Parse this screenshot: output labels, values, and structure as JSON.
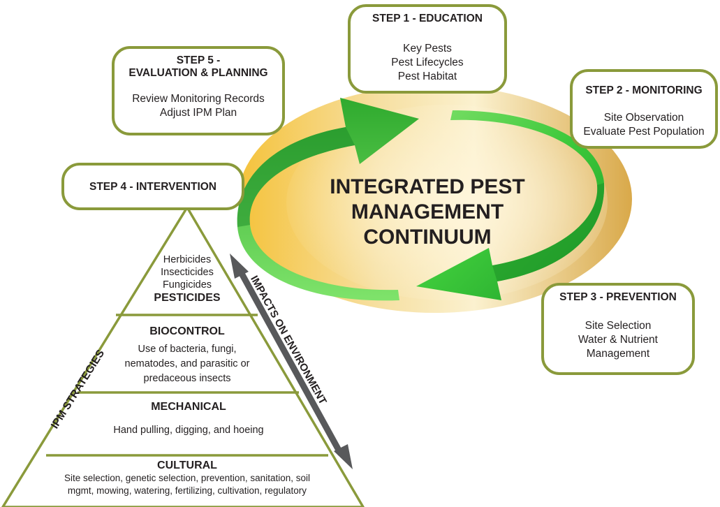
{
  "center": {
    "line1": "INTEGRATED PEST",
    "line2": "MANAGEMENT",
    "line3": "CONTINUUM"
  },
  "steps": {
    "step1": {
      "title": "STEP 1 - EDUCATION",
      "lines": [
        "Key Pests",
        "Pest Lifecycles",
        "Pest Habitat"
      ]
    },
    "step2": {
      "title": "STEP 2 - MONITORING",
      "lines": [
        "Site Observation",
        "Evaluate Pest Population"
      ]
    },
    "step3": {
      "title": "STEP 3 - PREVENTION",
      "lines": [
        "Site Selection",
        "Water & Nutrient",
        "Management"
      ]
    },
    "step4": {
      "title": "STEP 4 - INTERVENTION"
    },
    "step5": {
      "title_line1": "STEP 5 -",
      "title_line2": "EVALUATION & PLANNING",
      "lines": [
        "Review Monitoring Records",
        "Adjust IPM Plan"
      ]
    }
  },
  "pyramid": {
    "pesticides": {
      "items": [
        "Herbicides",
        "Insecticides",
        "Fungicides"
      ],
      "heading": "PESTICIDES"
    },
    "biocontrol": {
      "heading": "BIOCONTROL",
      "lines": [
        "Use of bacteria, fungi,",
        "nematodes, and parasitic or",
        "predaceous insects"
      ]
    },
    "mechanical": {
      "heading": "MECHANICAL",
      "lines": [
        "Hand pulling, digging, and hoeing"
      ]
    },
    "cultural": {
      "heading": "CULTURAL",
      "lines": [
        "Site selection, genetic selection, prevention, sanitation, soil",
        "mgmt, mowing, watering, fertilizing, cultivation, regulatory"
      ]
    },
    "side_label": "IPM STRATEGIES",
    "arrow_label": "IMPACTS ON ENVIRONMENT"
  },
  "colors": {
    "box_border": "#8a9a3b",
    "arrow_green": "#3fbf3a",
    "ellipse_gold": "#e2b44c",
    "impact_arrow": "#58595b"
  }
}
